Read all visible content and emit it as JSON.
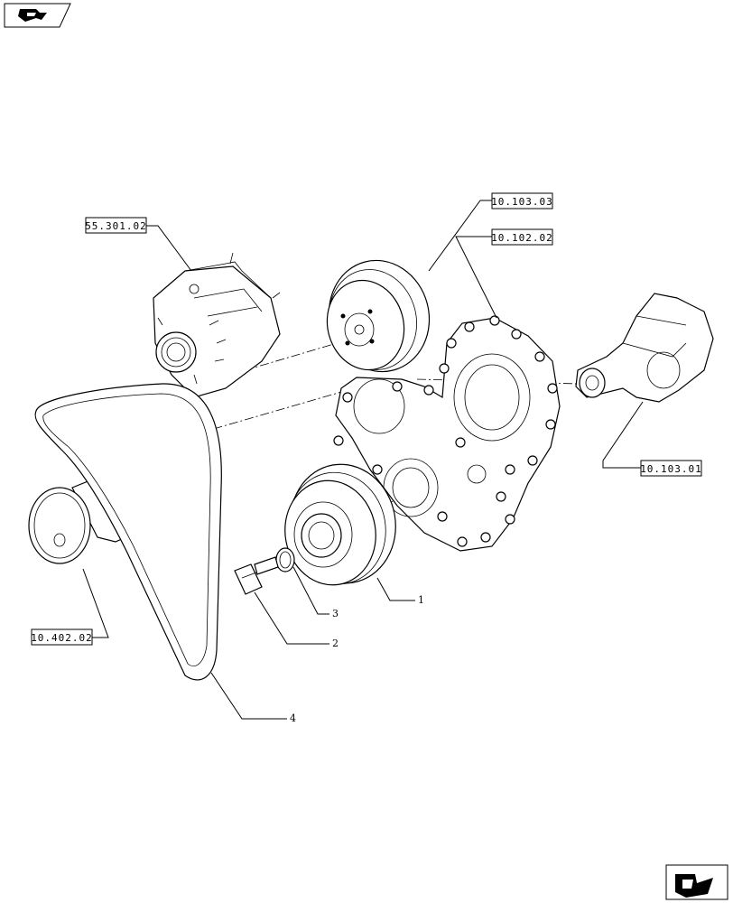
{
  "header": {
    "icon": "back-arrow-icon"
  },
  "footer": {
    "icon": "forward-arrow-icon"
  },
  "references": {
    "alternator": "55.301.02",
    "pulley_upper": "10.103.03",
    "timing_cover": "10.102.02",
    "crankshaft": "10.103.01",
    "water_pump": "10.402.02"
  },
  "callouts": {
    "damper_pulley": "1",
    "bolt": "2",
    "washer": "3",
    "belt": "4"
  }
}
